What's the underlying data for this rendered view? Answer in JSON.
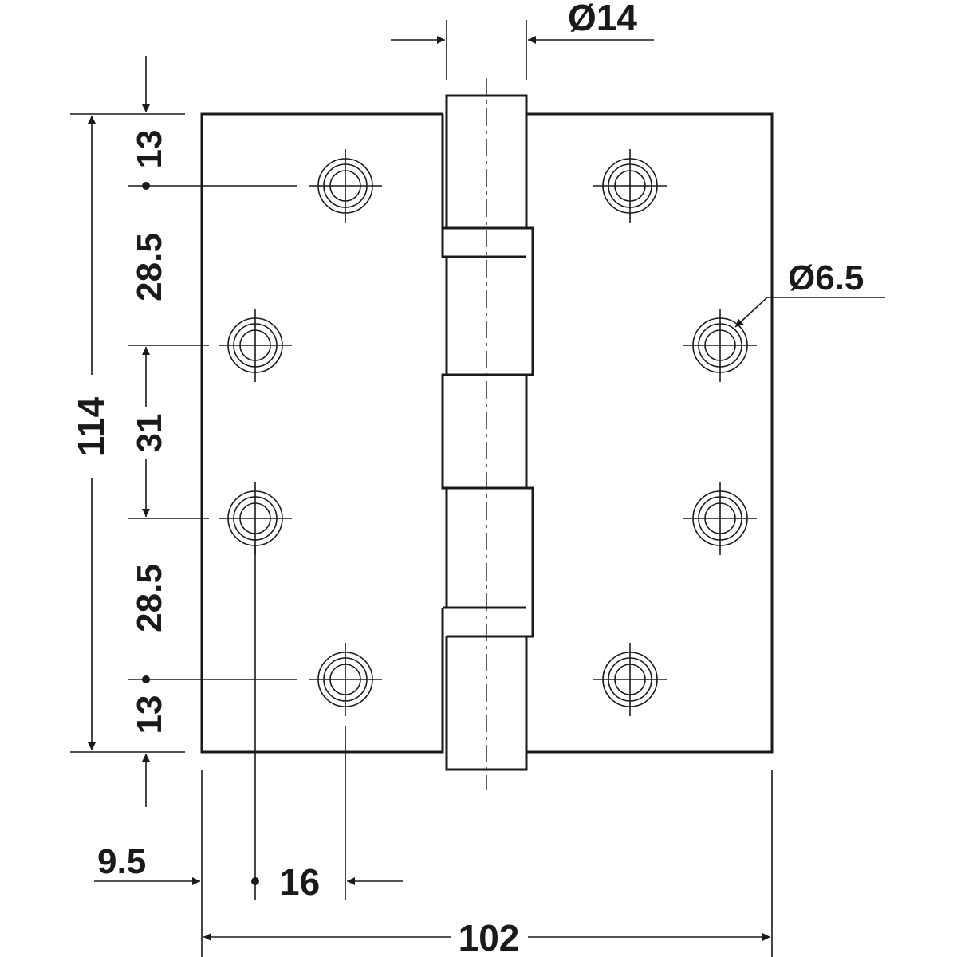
{
  "dimensions": {
    "pin_diameter": "Ø14",
    "hole_diameter": "Ø6.5",
    "overall_height": "114",
    "top_margin": "13",
    "upper_spacing": "28.5",
    "middle_spacing": "31",
    "lower_spacing": "28.5",
    "bottom_margin": "13",
    "edge_offset": "9.5",
    "hole_offset": "16",
    "overall_width": "102"
  },
  "colors": {
    "line": "#1a1a1a",
    "background": "#ffffff"
  }
}
